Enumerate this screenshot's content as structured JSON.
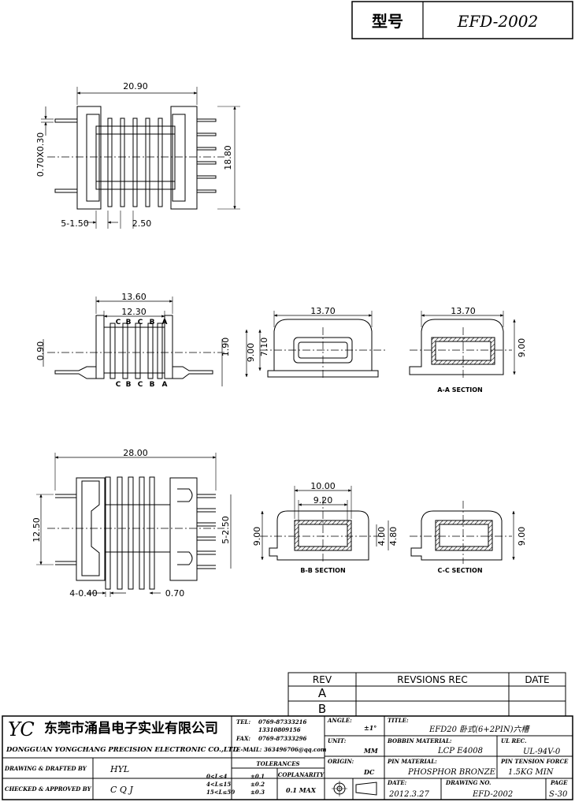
{
  "header": {
    "model_label": "型号",
    "model_value": "EFD-2002"
  },
  "dims": {
    "top_width": "20.90",
    "pin_size": "0.70X0.30",
    "height": "18.80",
    "pin_count_pitch": "5-1.50",
    "pitch": "2.50",
    "front_w1": "13.60",
    "front_w2": "12.30",
    "front_h1": "0.90",
    "front_h2": "1.90",
    "side_w": "13.70",
    "side_h1": "9.00",
    "side_h2": "7.10",
    "aa_w": "13.70",
    "aa_h": "9.00",
    "bottom_w": "28.00",
    "bottom_h": "12.50",
    "bottom_pins": "5-2.50",
    "bottom_left": "4-0.40",
    "bottom_right": "0.70",
    "bb_w1": "10.00",
    "bb_w2": "9.20",
    "bb_h": "9.00",
    "bb_in1": "4.00",
    "bb_in2": "4.80",
    "cc_h": "9.00"
  },
  "slot_labels": [
    "C",
    "B",
    "C",
    "B",
    "A"
  ],
  "sections": {
    "aa": "A-A SECTION",
    "bb": "B-B SECTION",
    "cc": "C-C SECTION"
  },
  "revisions": {
    "headers": [
      "REV",
      "REVSIONS REC",
      "DATE"
    ],
    "rows": [
      "A",
      "B"
    ]
  },
  "company": {
    "logo": "YC",
    "name_cn": "东莞市涌昌电子实业有限公司",
    "name_en": "DONGGUAN YONGCHANG PRECISION ELECTRONIC CO.,LTD",
    "tel_label": "TEL:",
    "tel": "0769-87333216",
    "tel2": "13310809156",
    "fax_label": "FAX:",
    "fax": "0769-87333296",
    "email_label": "E-MAIL:",
    "email": "363496706@qq.com"
  },
  "title_block": {
    "angle_label": "ANGLE:",
    "angle_value": "±1°",
    "title_label": "TITLE:",
    "title_value": "EFD20 卧式(6+2PIN)六槽",
    "unit_label": "UNIT:",
    "unit_value": "MM",
    "bobbin_label": "BOBBIN MATERIAL:",
    "bobbin_value": "LCP E4008",
    "ul_label": "UL REC.",
    "ul_value": "UL-94V-0",
    "origin_label": "ORIGIN:",
    "origin_value": "DC",
    "pin_label": "PIN MATERIAL:",
    "pin_value": "PHOSPHOR BRONZE",
    "tension_label": "PIN TENSION FORCE",
    "tension_value": "1.5KG MIN",
    "drawn_label": "DRAWING & DRAFTED BY",
    "drawn_value": "HYL",
    "checked_label": "CHECKED & APPROVED BY",
    "checked_value": "C Q J",
    "tol_label": "TOLERANCES",
    "tol_rows": [
      {
        "range": "0<L≤4",
        "tol": "±0.1"
      },
      {
        "range": "4<L≤15",
        "tol": "±0.2"
      },
      {
        "range": "15<L≤50",
        "tol": "±0.3"
      }
    ],
    "coplanarity_label": "COPLANARITY",
    "coplanarity_value": "0.1 MAX",
    "date_label": "DATE:",
    "date_value": "2012.3.27",
    "drawing_no_label": "DRAWING NO.",
    "drawing_no_value": "EFD-2002",
    "page_label": "PAGE",
    "page_value": "S-30"
  }
}
